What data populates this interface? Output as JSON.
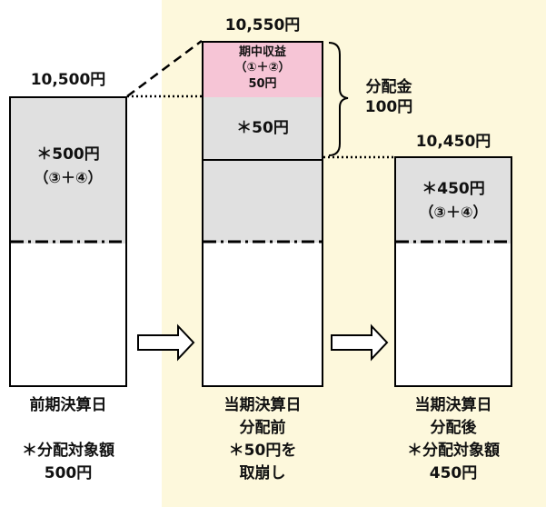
{
  "prev": {
    "value": "10,500円",
    "block_star": "＊500円",
    "block_paren": "（③＋④）",
    "caption1": "前期決算日",
    "caption2": "＊分配対象額",
    "caption3": "500円"
  },
  "current": {
    "value": "10,550円",
    "income_title": "期中収益",
    "income_paren": "（①＋②）",
    "income_amount": "50円",
    "star_50": "＊50円",
    "caption1": "当期決算日",
    "caption2": "分配前",
    "caption3": "＊50円を",
    "caption4": "取崩し"
  },
  "distribution": {
    "label1": "分配金",
    "label2": "100円"
  },
  "after": {
    "value": "10,450円",
    "block_star": "＊450円",
    "block_paren": "（③＋④）",
    "caption1": "当期決算日",
    "caption2": "分配後",
    "caption3": "＊分配対象額",
    "caption4": "450円"
  },
  "colors": {
    "highlight": "#fdf8dc",
    "gray_block": "#e0e0e0",
    "pink_block": "#f6c5d6",
    "outline": "#000000"
  }
}
